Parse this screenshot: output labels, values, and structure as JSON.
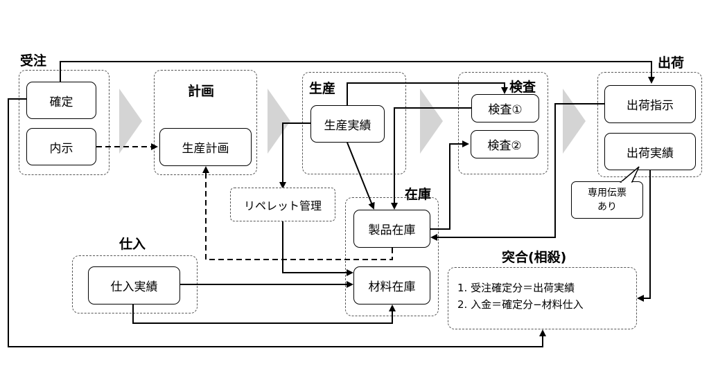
{
  "sections": {
    "juchu": "受注",
    "keikaku": "計画",
    "seisan": "生産",
    "kensa": "検査",
    "shukka": "出荷",
    "zaiko": "在庫",
    "shiire": "仕入",
    "tokugo": "突合(相殺)"
  },
  "nodes": {
    "kakutei": "確定",
    "naiji": "内示",
    "seisan_keikaku": "生産計画",
    "seisan_jisseki": "生産実績",
    "kensa1": "検査①",
    "kensa2": "検査②",
    "shukka_shiji": "出荷指示",
    "shukka_jisseki": "出荷実績",
    "repellet": "リペレット管理",
    "seihin_zaiko": "製品在庫",
    "zairyo_zaiko": "材料在庫",
    "shiire_jisseki": "仕入実績"
  },
  "callout": {
    "line1": "専用伝票",
    "line2": "あり"
  },
  "reconciliation": {
    "item1": "1.  受注確定分＝出荷実績",
    "item2": "2.  入金＝確定分−材料仕入"
  },
  "colors": {
    "line": "#000000",
    "dashed_border": "#555555",
    "process_chevron": "#d4d4d4"
  }
}
